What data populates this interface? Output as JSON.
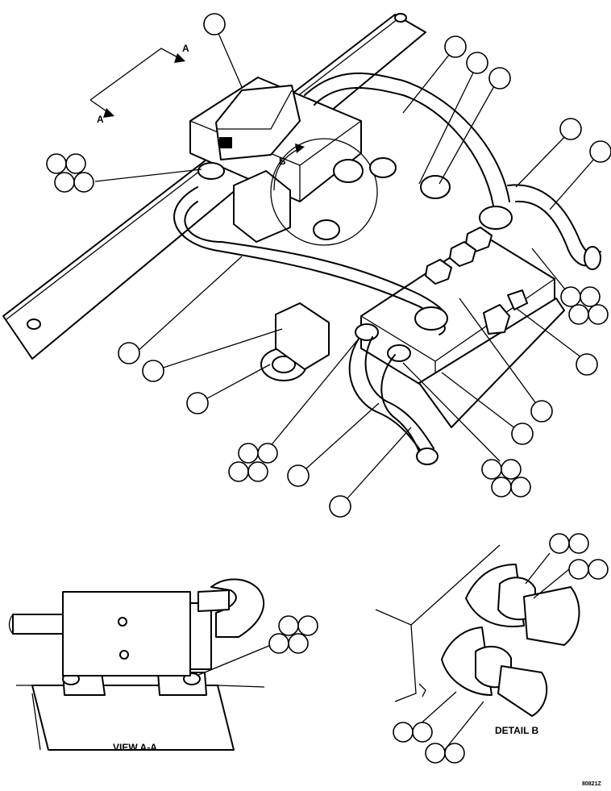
{
  "views": {
    "section_marker": "A",
    "detail_marker": "B",
    "view_aa_caption": "VIEW A-A",
    "detail_b_caption": "DETAIL B",
    "drawing_number": "80821Z"
  }
}
